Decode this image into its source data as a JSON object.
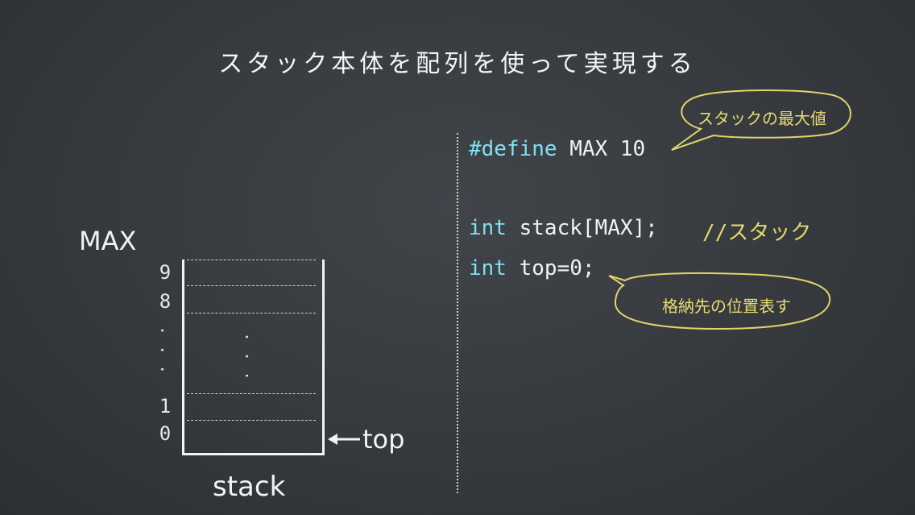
{
  "title": "スタック本体を配列を使って実現する",
  "diagram": {
    "max_label": "MAX",
    "indices": {
      "nine": "9",
      "eight": "8",
      "one": "1",
      "zero": "0"
    },
    "dots": ". . .",
    "stack_label": "stack",
    "top_label": "top"
  },
  "code": {
    "define_keyword": "#define",
    "define_rest": " MAX 10",
    "int1": "int",
    "stack_decl": " stack[MAX];",
    "stack_comment": "//スタック",
    "int2": "int",
    "top_decl": " top=0;"
  },
  "callouts": {
    "max_note": "スタックの最大値",
    "top_note": "格納先の位置表す"
  },
  "colors": {
    "background": "#3a3d41",
    "keyword": "#7fe0f0",
    "comment": "#e5d96a",
    "chalk": "#f2f2f2"
  }
}
